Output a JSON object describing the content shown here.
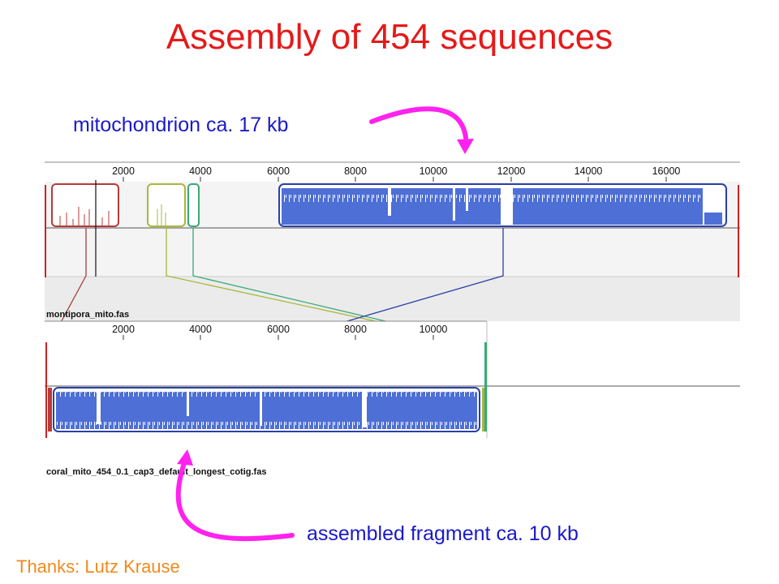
{
  "title": "Assembly of 454 sequences",
  "labels": {
    "mitochondrion": "mitochondrion ca. 17 kb",
    "assembled": "assembled fragment ca. 10 kb",
    "credit": "Thanks: Lutz Krause"
  },
  "tracks": {
    "top": {
      "filename": "montipora_mito.fas",
      "ticks": [
        "2000",
        "4000",
        "6000",
        "8000",
        "10000",
        "12000",
        "14000",
        "16000"
      ]
    },
    "bottom": {
      "filename": "coral_mito_454_0.1_cap3_default_longest_cotig.fas",
      "ticks": [
        "2000",
        "4000",
        "6000",
        "8000",
        "10000"
      ]
    }
  },
  "colors": {
    "title": "#e41a1a",
    "callout": "#1a1ac8",
    "arrow": "#ff22ee",
    "credit": "#f08a1c",
    "block_blue": "#4d6fd6",
    "block_red": "#b83a3a",
    "block_olive": "#a8b83a",
    "block_green": "#3aa878"
  }
}
